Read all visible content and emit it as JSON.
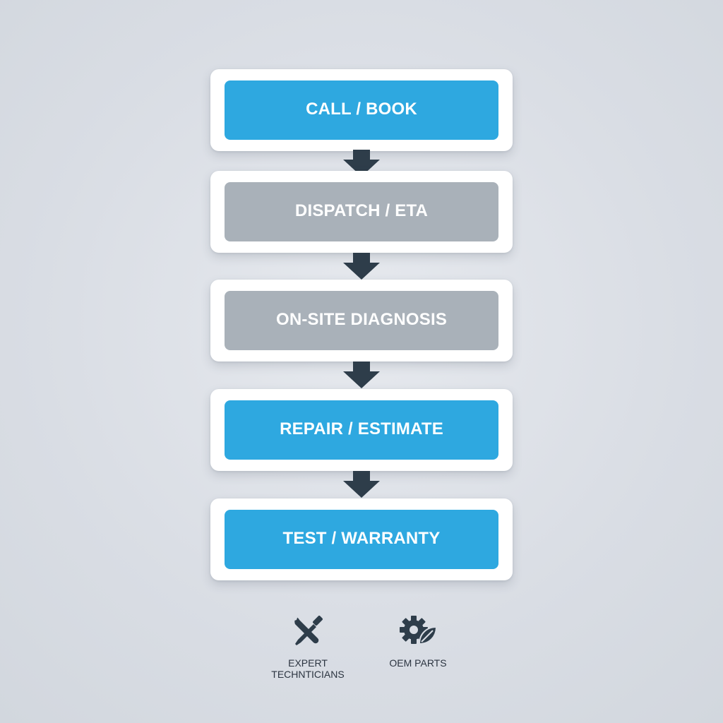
{
  "steps": [
    {
      "label": "CALL / BOOK",
      "color": "#2ea8e0"
    },
    {
      "label": "DISPATCH / ETA",
      "color": "#a9b1b9"
    },
    {
      "label": "ON-SITE DIAGNOSIS",
      "color": "#a9b1b9"
    },
    {
      "label": "REPAIR / ESTIMATE",
      "color": "#2ea8e0"
    },
    {
      "label": "TEST / WARRANTY",
      "color": "#2ea8e0"
    }
  ],
  "arrow_color": "#2e3d4a",
  "legend": [
    {
      "label": "EXPERT\nTECHNTICIANS",
      "icon": "wrench-screwdriver-icon"
    },
    {
      "label": "OEM PARTS",
      "icon": "gear-leaf-icon"
    }
  ]
}
